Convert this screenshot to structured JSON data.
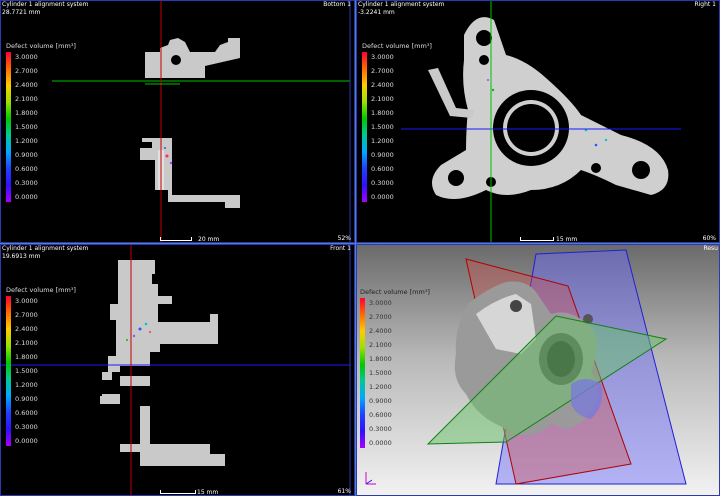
{
  "legend": {
    "title": "Defect volume [mm³]",
    "values": [
      "3.0000",
      "2.7000",
      "2.4000",
      "2.1000",
      "1.8000",
      "1.5000",
      "1.2000",
      "0.9000",
      "0.6000",
      "0.3000",
      "0.0000"
    ]
  },
  "panes": {
    "top_left": {
      "title": "Cylinder 1 alignment system",
      "coord": "28.7721 mm",
      "label": "Bottom 1",
      "scale": "20 mm",
      "zoom": "52%"
    },
    "top_right": {
      "title": "Cylinder 1 alignment system",
      "coord": "-3.2241 mm",
      "label": "Right 1",
      "scale": "15 mm",
      "zoom": "60%"
    },
    "bottom_left": {
      "title": "Cylinder 1 alignment system",
      "coord": "19.6913 mm",
      "label": "Front 1",
      "scale": "15 mm",
      "zoom": "61%"
    },
    "bottom_right": {
      "label": "Resu"
    }
  },
  "colors": {
    "legend_top": "#ff0033",
    "legend_bottom": "#aa00ff",
    "crosshair_horizontal_top": "#00c000",
    "crosshair_vertical_top": "#c00000",
    "crosshair_horizontal_bottom": "#1a1aff"
  }
}
